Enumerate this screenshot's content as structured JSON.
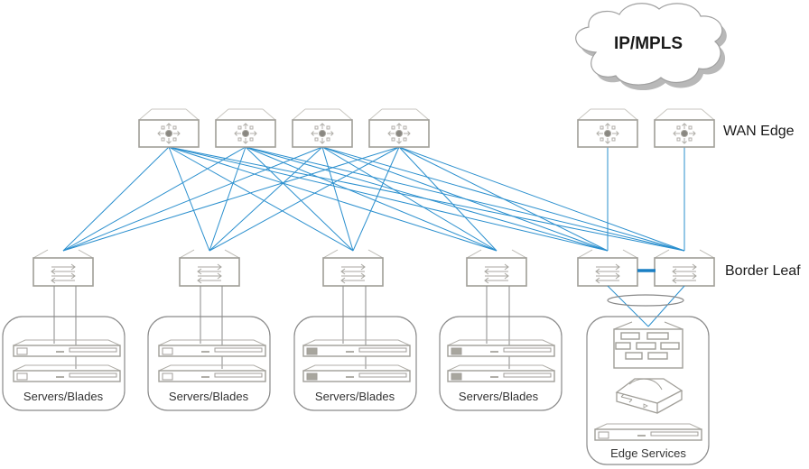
{
  "colors": {
    "link": "#2a8fce",
    "link_bold": "#1a7fc4",
    "device_stroke": "#a09e98",
    "device_icon": "#b0aea8",
    "container_stroke": "#8a8a8a",
    "cloud_shadow": "#b8b8b8",
    "cloud_stroke": "#a0a0a0"
  },
  "cloud": {
    "label": "IP/MPLS"
  },
  "tiers": {
    "wan_edge": {
      "label": "WAN Edge"
    },
    "border_leaf": {
      "label": "Border Leaf"
    }
  },
  "spines": [
    {
      "id": "spine-1",
      "type": "router"
    },
    {
      "id": "spine-2",
      "type": "router"
    },
    {
      "id": "spine-3",
      "type": "router"
    },
    {
      "id": "spine-4",
      "type": "router"
    }
  ],
  "wan_edge_routers": [
    {
      "id": "wan-edge-1",
      "type": "router",
      "uplink_to": "border-leaf-1"
    },
    {
      "id": "wan-edge-2",
      "type": "router",
      "uplink_to": "border-leaf-2"
    }
  ],
  "leaves": [
    {
      "id": "leaf-1",
      "type": "switch"
    },
    {
      "id": "leaf-2",
      "type": "switch"
    },
    {
      "id": "leaf-3",
      "type": "switch"
    },
    {
      "id": "leaf-4",
      "type": "switch"
    },
    {
      "id": "border-leaf-1",
      "type": "switch"
    },
    {
      "id": "border-leaf-2",
      "type": "switch"
    }
  ],
  "server_groups": [
    {
      "label": "Servers/Blades",
      "attached_leaf": "leaf-1",
      "servers": 2
    },
    {
      "label": "Servers/Blades",
      "attached_leaf": "leaf-2",
      "servers": 2
    },
    {
      "label": "Servers/Blades",
      "attached_leaf": "leaf-3",
      "servers": 2
    },
    {
      "label": "Servers/Blades",
      "attached_leaf": "leaf-4",
      "servers": 2
    }
  ],
  "edge_services": {
    "label": "Edge Services",
    "devices": [
      "firewall",
      "load-balancer",
      "server"
    ],
    "attached_leaves": [
      "border-leaf-1",
      "border-leaf-2"
    ]
  },
  "links": {
    "spine_to_leaf": "full-mesh",
    "border_leaf_interconnect": true,
    "edge_services_link_bundle": true
  }
}
